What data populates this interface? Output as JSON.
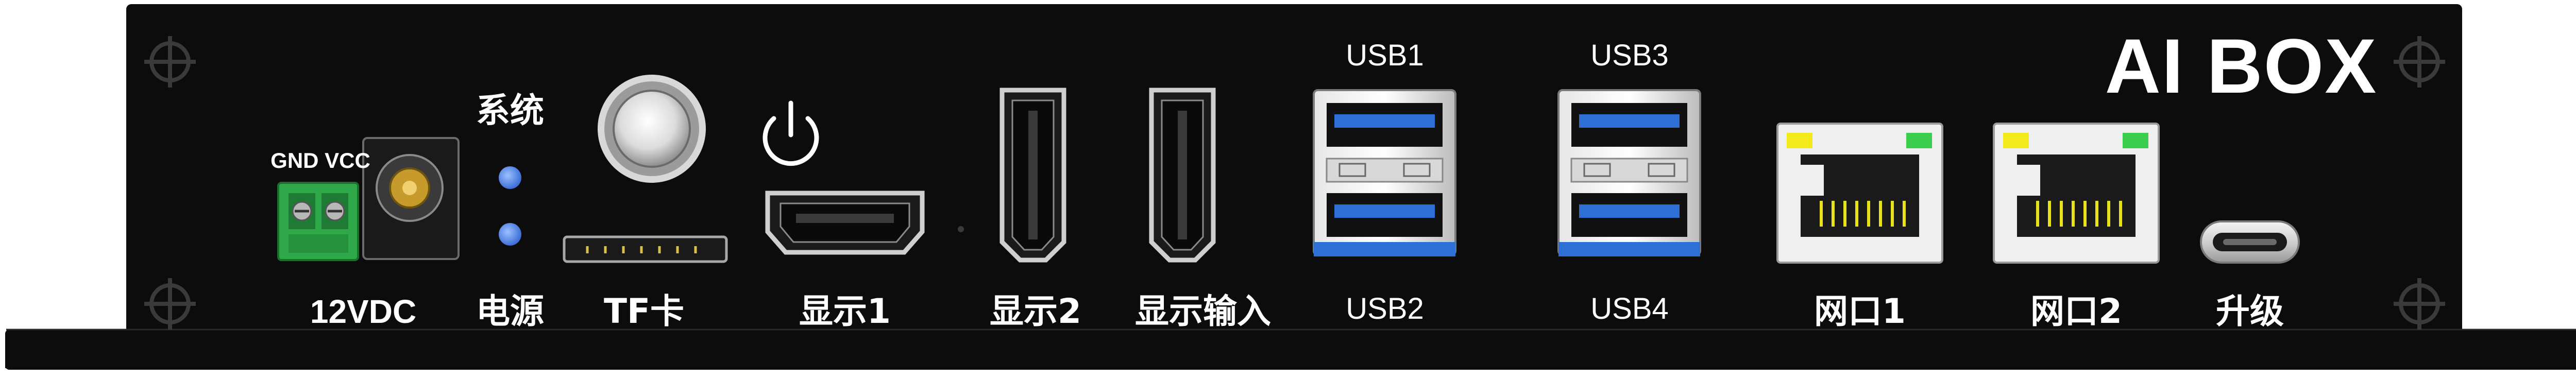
{
  "title": "AI BOX",
  "labels": {
    "gnd_vcc": "GND VCC",
    "dc": "12VDC",
    "system": "系统",
    "power": "电源",
    "tf": "TF卡",
    "display1": "显示1",
    "display2": "显示2",
    "display_in": "显示输入",
    "usb1": "USB1",
    "usb2": "USB2",
    "usb3": "USB3",
    "usb4": "USB4",
    "lan1": "网口1",
    "lan2": "网口2",
    "upgrade": "升级"
  },
  "colors": {
    "panel": "#0c0c0c",
    "terminal_block": "#2fa84a",
    "led": "#5b8ff0",
    "usb_blue": "#2e6fd6",
    "rj45_yellow_led": "#f2ea1a",
    "rj45_green_led": "#3ccf4e",
    "rj45_pins": "#e8e21a"
  },
  "icons": {
    "power_button": "power-symbol-icon",
    "mount_screw": "crosshair-screw-icon"
  }
}
